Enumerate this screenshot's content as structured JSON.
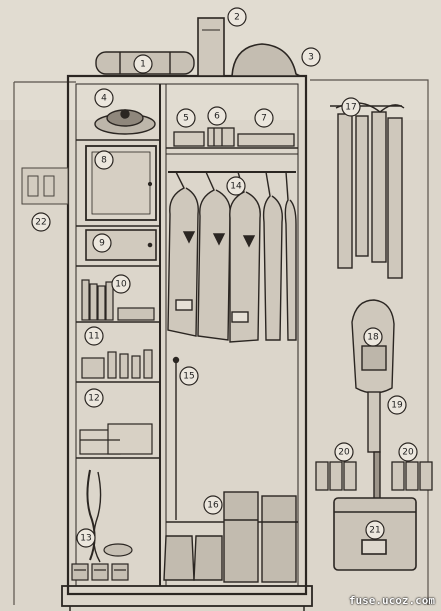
{
  "diagram": {
    "callouts": [
      "1",
      "2",
      "3",
      "4",
      "5",
      "6",
      "7",
      "8",
      "9",
      "10",
      "11",
      "12",
      "13",
      "14",
      "15",
      "16",
      "17",
      "18",
      "19",
      "20",
      "20",
      "21",
      "22"
    ]
  },
  "watermark": "fuse.ucoz.com",
  "colors": {
    "paper": "#dcd6cb",
    "ink": "#2b2622",
    "shade": "#b9b2a6",
    "light": "#ece7de"
  }
}
